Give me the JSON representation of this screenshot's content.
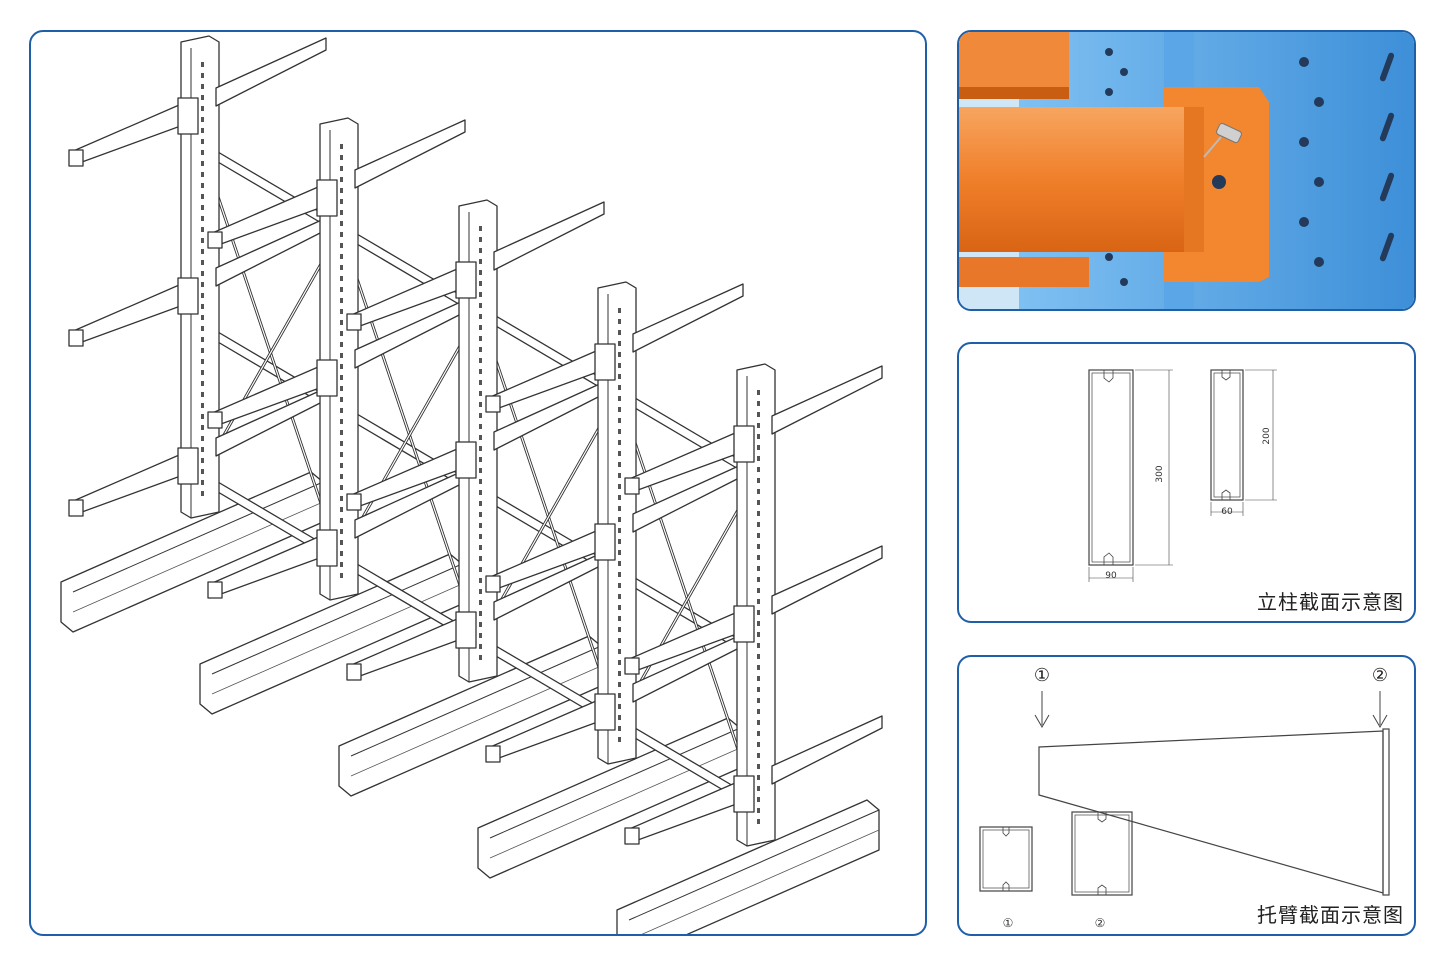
{
  "column_panel": {
    "caption": "立柱截面示意图",
    "dims": {
      "big_height": "300",
      "big_width": "90",
      "small_height": "200",
      "small_width": "60"
    }
  },
  "arm_panel": {
    "caption": "托臂截面示意图",
    "marker_1": "①",
    "marker_2": "②",
    "section_label_1": "①",
    "section_label_2": "②"
  },
  "colors": {
    "border": "#1f5fa8",
    "upright_blue": "#4a9be0",
    "arm_orange": "#f07f2a"
  }
}
